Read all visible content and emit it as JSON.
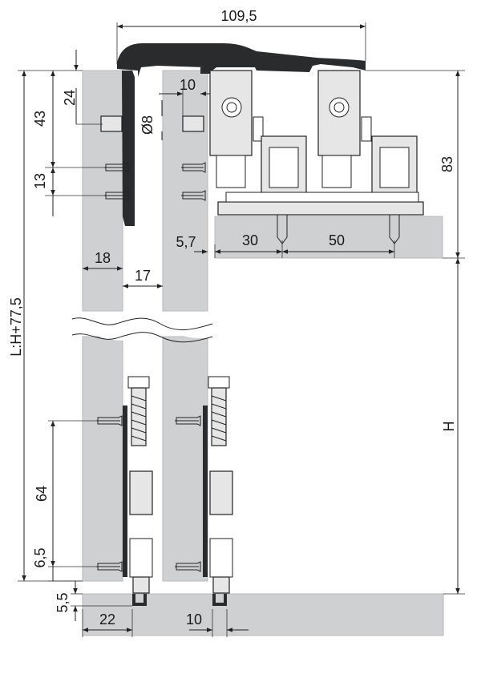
{
  "dimensions": {
    "top_width": "109,5",
    "d24": "24",
    "d43": "43",
    "d10_top": "10",
    "d8": "Ø8",
    "d13": "13",
    "d83": "83",
    "d18": "18",
    "d17": "17",
    "d5_7": "5,7",
    "d30": "30",
    "d50": "50",
    "length": "L:H+77,5",
    "height": "H",
    "d64": "64",
    "d6_5": "6,5",
    "d5_5": "5,5",
    "d22": "22",
    "d10_bottom": "10"
  },
  "colors": {
    "panel": "#cfd0d1",
    "profile": "#2a2b2c"
  }
}
